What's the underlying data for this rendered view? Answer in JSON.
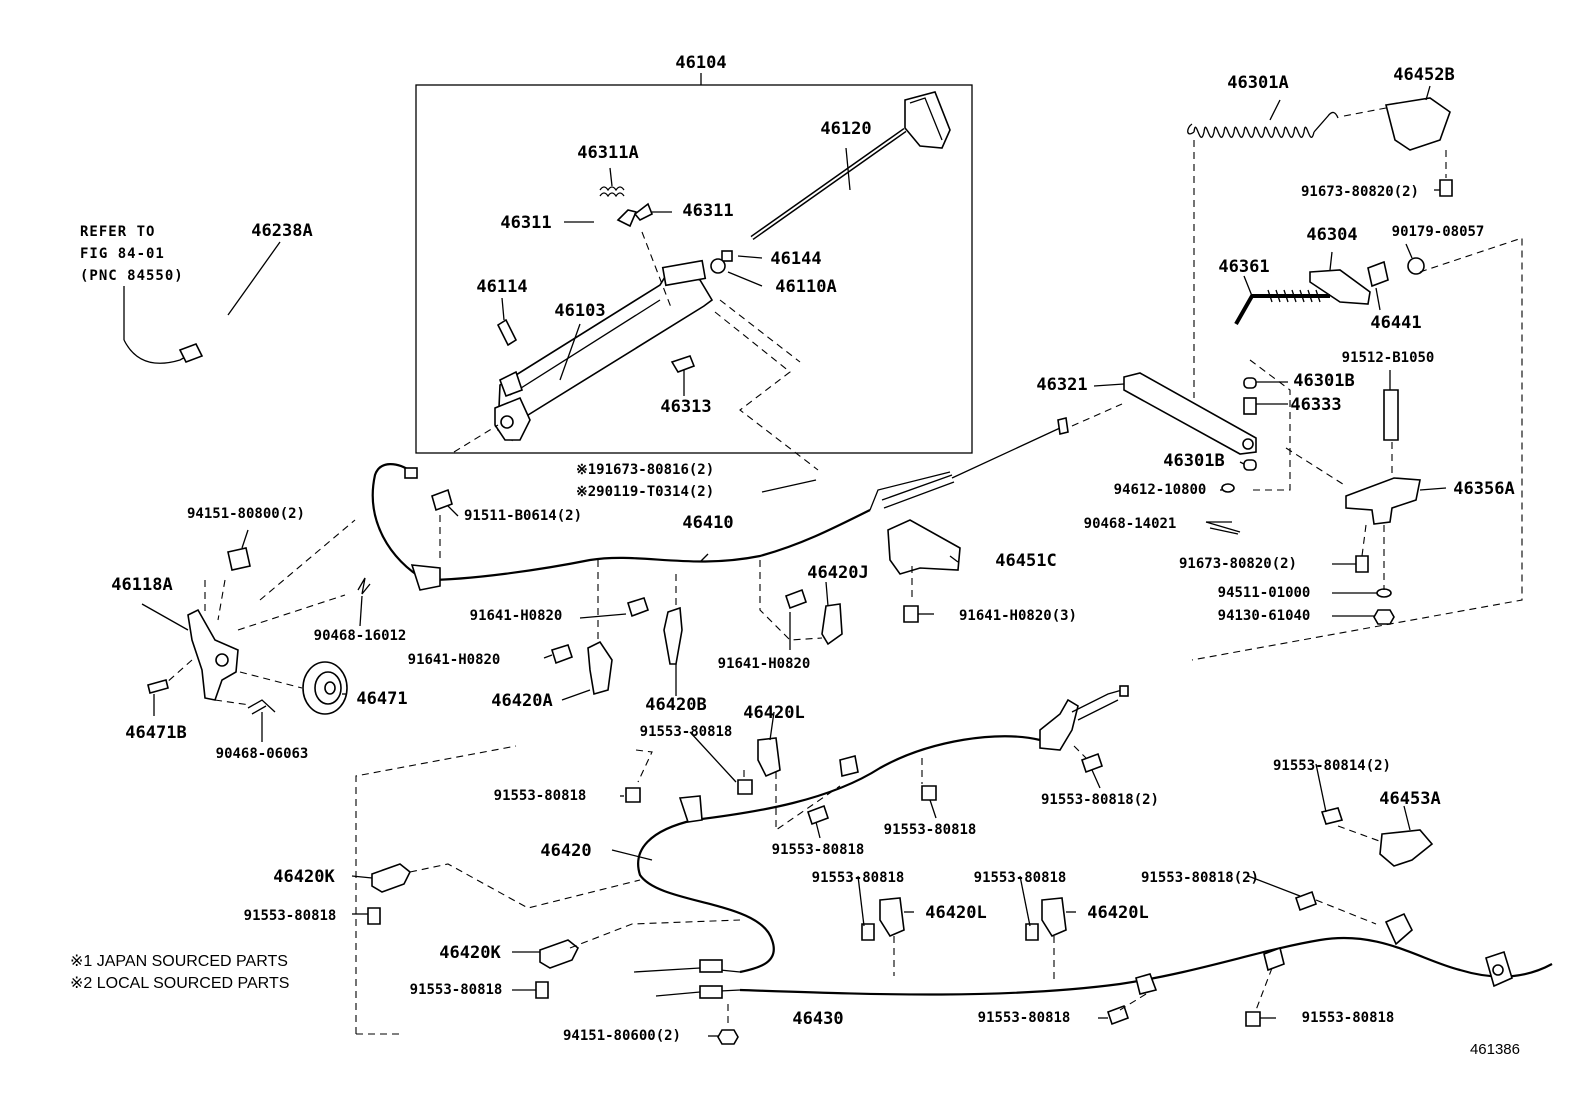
{
  "title": "46104",
  "parts": {
    "p46301A": "46301A",
    "p46452B": "46452B",
    "p91673_80820_2a": "91673-80820(2)",
    "p46304": "46304",
    "p90179_08057": "90179-08057",
    "p46361": "46361",
    "p46441": "46441",
    "p91512_B1050": "91512-B1050",
    "p46321": "46321",
    "p46301B_a": "46301B",
    "p46333": "46333",
    "p46301B_b": "46301B",
    "p94612_10800": "94612-10800",
    "p46356A": "46356A",
    "p90468_14021": "90468-14021",
    "p91673_80820_2b": "91673-80820(2)",
    "p94511_01000": "94511-01000",
    "p94130_61040": "94130-61040",
    "p46120": "46120",
    "p46311A": "46311A",
    "p46311_l": "46311",
    "p46311_r": "46311",
    "p46144": "46144",
    "p46110A": "46110A",
    "p46114": "46114",
    "p46103": "46103",
    "p46313": "46313",
    "p46238A": "46238A",
    "p91673_80816": "※191673-80816(2)",
    "p90119_T0314": "※290119-T0314(2)",
    "p91511_B0614": "91511-B0614(2)",
    "p94151_80800": "94151-80800(2)",
    "p46410": "46410",
    "p46118A": "46118A",
    "p90468_16012": "90468-16012",
    "p91641_H0820_a": "91641-H0820",
    "p91641_H0820_b": "91641-H0820",
    "p46420J": "46420J",
    "p46451C": "46451C",
    "p91641_H0820_3": "91641-H0820(3)",
    "p91641_H0820_c": "91641-H0820",
    "p46471": "46471",
    "p46420A": "46420A",
    "p46420B": "46420B",
    "p46420L_a": "46420L",
    "p46471B": "46471B",
    "p90468_06063": "90468-06063",
    "p91553_80818_a": "91553-80818",
    "p91553_80818_b": "91553-80818",
    "p91553_80818_2a": "91553-80818(2)",
    "p91553_80814_2": "91553-80814(2)",
    "p46453A": "46453A",
    "p91553_80818_c": "91553-80818",
    "p91553_80818_d": "91553-80818",
    "p46420": "46420",
    "p46420K_a": "46420K",
    "p91553_80818_e": "91553-80818",
    "p91553_80818_f": "91553-80818",
    "p46420L_b": "46420L",
    "p46420L_c": "46420L",
    "p91553_80818_2b": "91553-80818(2)",
    "p46420K_b": "46420K",
    "p91553_80818_g": "91553-80818",
    "p91553_80818_h": "91553-80818",
    "p46430": "46430",
    "p91553_80818_i": "91553-80818",
    "p91553_80818_j": "91553-80818",
    "p94151_80600": "94151-80600(2)"
  },
  "reference": {
    "line1": "REFER TO",
    "line2": "FIG 84-01",
    "line3": "(PNC 84550)"
  },
  "notes": {
    "japan": "※1 JAPAN SOURCED PARTS",
    "local": "※2 LOCAL SOURCED PARTS"
  },
  "figure_number": "461386"
}
